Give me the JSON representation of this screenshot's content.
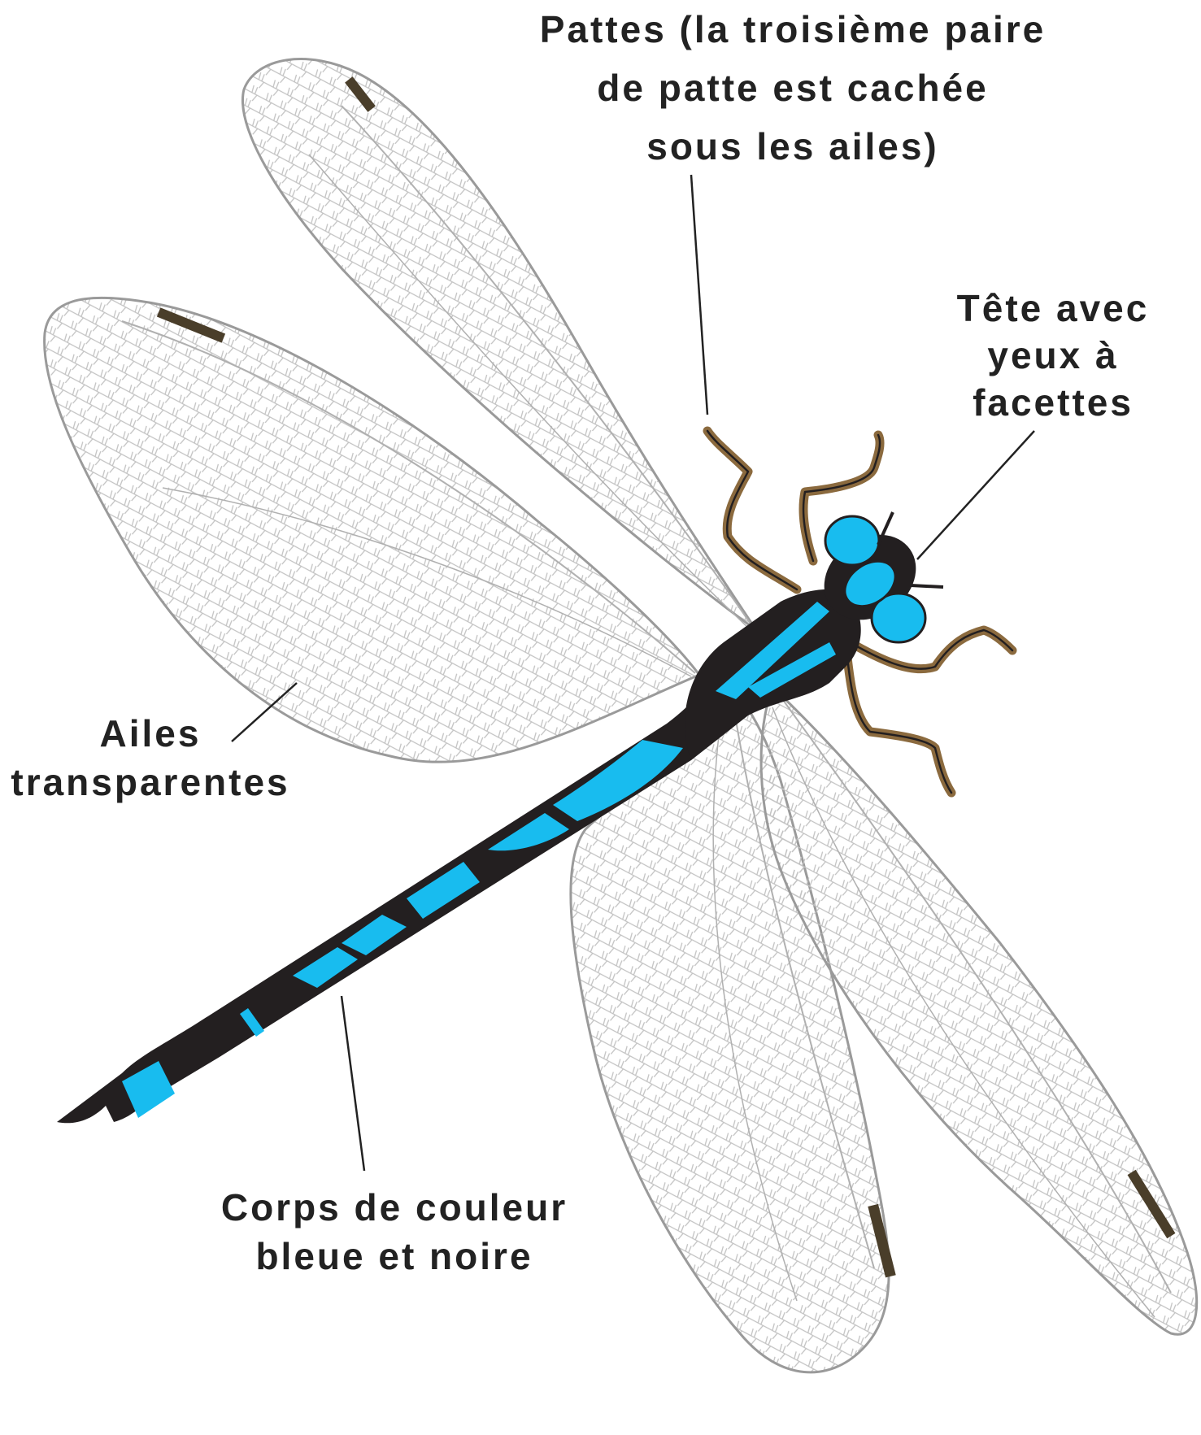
{
  "labels": {
    "legs": {
      "line1": "Pattes (la troisième paire",
      "line2": "de patte est cachée",
      "line3": "sous les ailes)"
    },
    "head": {
      "line1": "Tête avec",
      "line2": "yeux à",
      "line3": "facettes"
    },
    "wings": {
      "line1": "Ailes",
      "line2": "transparentes"
    },
    "body": {
      "line1": "Corps de couleur",
      "line2": "bleue et noire"
    }
  },
  "colors": {
    "body_blue": "#18bcef",
    "body_black": "#231f20",
    "leg_brown": "#8b6a3e",
    "wing_outline": "#9a9a9a",
    "wing_vein": "#b8b8b8",
    "pterostigma": "#4a3e2a",
    "text": "#222222"
  }
}
